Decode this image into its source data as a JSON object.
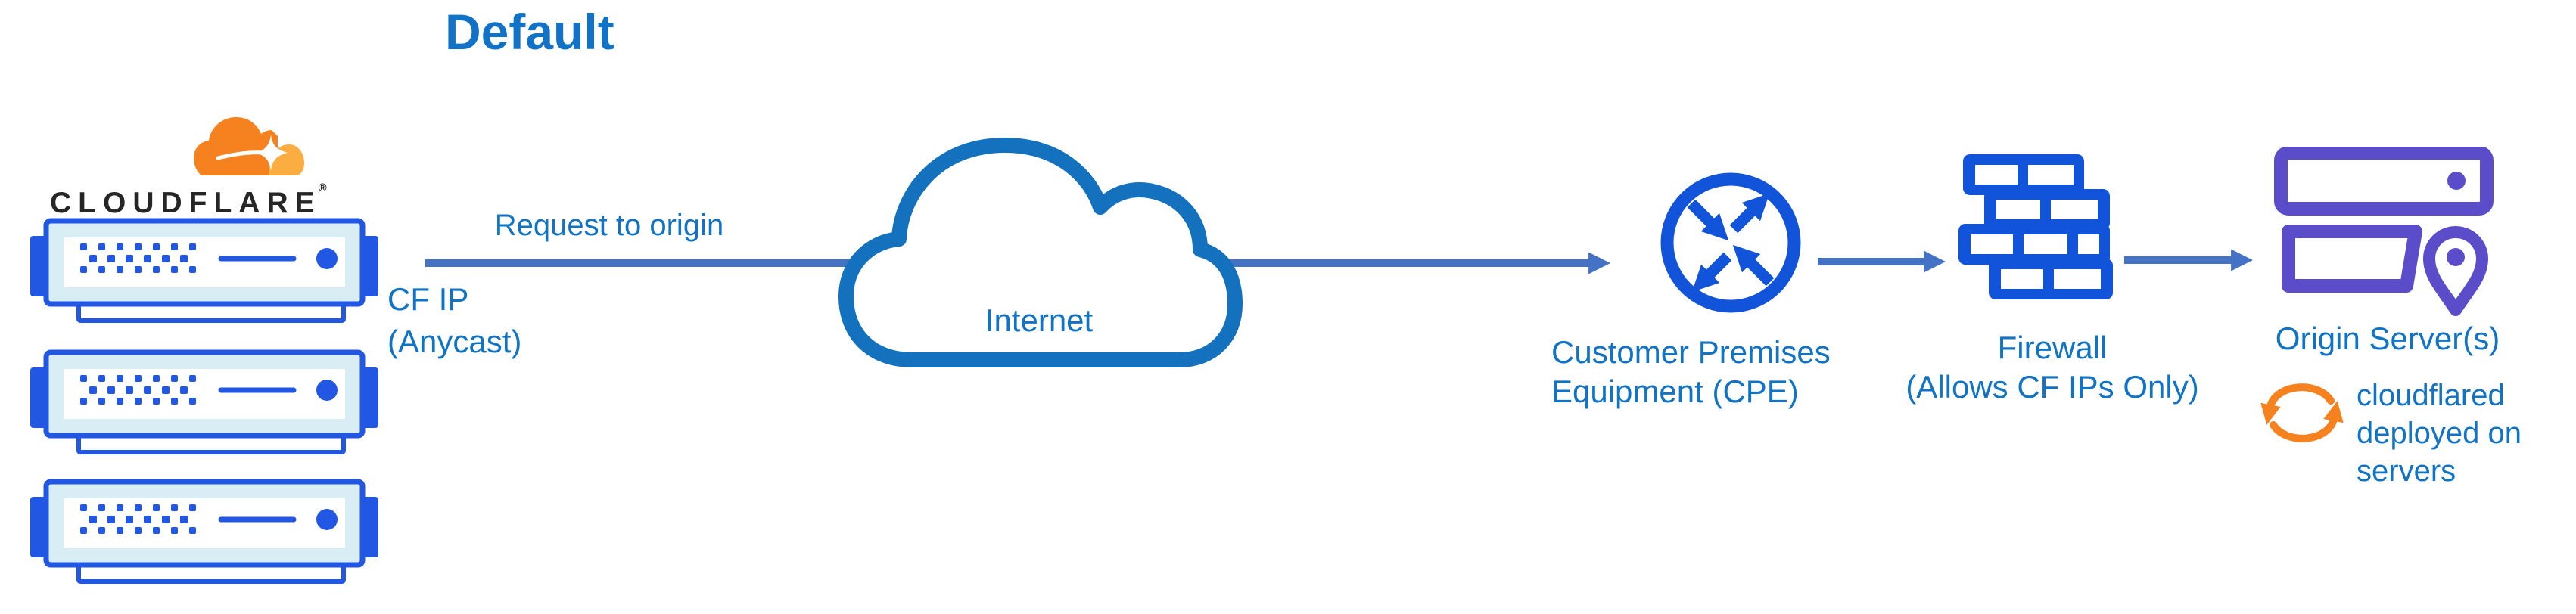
{
  "title": "Default",
  "brand": {
    "wordmark": "CLOUDFLARE",
    "registered_mark": "®",
    "logo_icon": "cloudflare-cloud-icon"
  },
  "edge": {
    "icon": "server-rack-icon",
    "server_count": 3,
    "label_line1": "CF IP",
    "label_line2": "(Anycast)"
  },
  "flow": {
    "request_label": "Request to origin"
  },
  "internet": {
    "icon": "cloud-icon",
    "label": "Internet"
  },
  "cpe": {
    "icon": "router-icon",
    "label_line1": "Customer Premises",
    "label_line2": "Equipment (CPE)"
  },
  "firewall": {
    "icon": "brick-wall-icon",
    "label_line1": "Firewall",
    "label_line2": "(Allows CF IPs Only)"
  },
  "origin": {
    "icon": "origin-servers-icon",
    "label": "Origin Server(s)",
    "note_icon": "sync-icon",
    "note": "cloudflared deployed on servers"
  },
  "colors": {
    "title_blue": "#1273C6",
    "label_blue": "#1173C5",
    "arrow_blue": "#4472C4",
    "cloud_stroke_blue": "#1371BE",
    "icon_blue": "#1254D9",
    "server_frame_blue": "#2257E3",
    "server_fill": "#D8EEF4",
    "origin_purple": "#5B4CC9",
    "cloudflare_orange": "#F6821F",
    "cloudflare_orange_light": "#FBAD41",
    "wordmark_dark": "#262626"
  }
}
